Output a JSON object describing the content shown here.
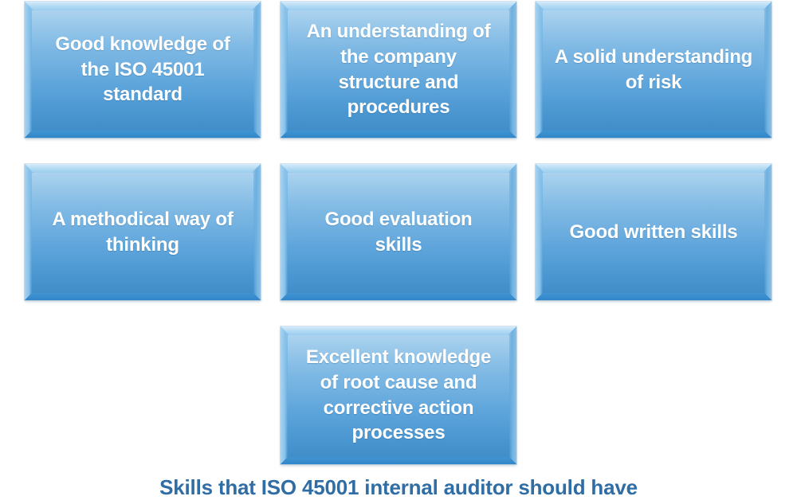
{
  "diagram": {
    "type": "box-grid",
    "caption": "Skills that ISO 45001 internal auditor should have",
    "accent_color": "#4e9bd6",
    "box_fill_top": "#8fc4ea",
    "box_fill_bottom": "#3f90cf",
    "bevel_highlight": "#d8ecfa",
    "bevel_shadow": "#2f85c8",
    "label_color": "#ffffff",
    "caption_color": "#2f6da4",
    "background_color": "#ffffff",
    "boxes": [
      {
        "id": "box-iso-45001-standard",
        "label": "Good knowledge of\nthe ISO 45001\nstandard",
        "row": 1,
        "column": 1
      },
      {
        "id": "box-company-structure",
        "label": "An understanding of\nthe company\nstructure and\nprocedures",
        "row": 1,
        "column": 2
      },
      {
        "id": "box-understanding-of-risk",
        "label": "A solid understanding\nof risk",
        "row": 1,
        "column": 3
      },
      {
        "id": "box-methodical-thinking",
        "label": "A methodical way of\nthinking",
        "row": 2,
        "column": 1
      },
      {
        "id": "box-evaluation-skills",
        "label": "Good evaluation\nskills",
        "row": 2,
        "column": 2
      },
      {
        "id": "box-written-skills",
        "label": "Good written skills",
        "row": 2,
        "column": 3
      },
      {
        "id": "box-root-cause-corrective-action",
        "label": "Excellent knowledge\nof root cause and\ncorrective action\nprocesses",
        "row": 3,
        "column": 2
      }
    ]
  }
}
